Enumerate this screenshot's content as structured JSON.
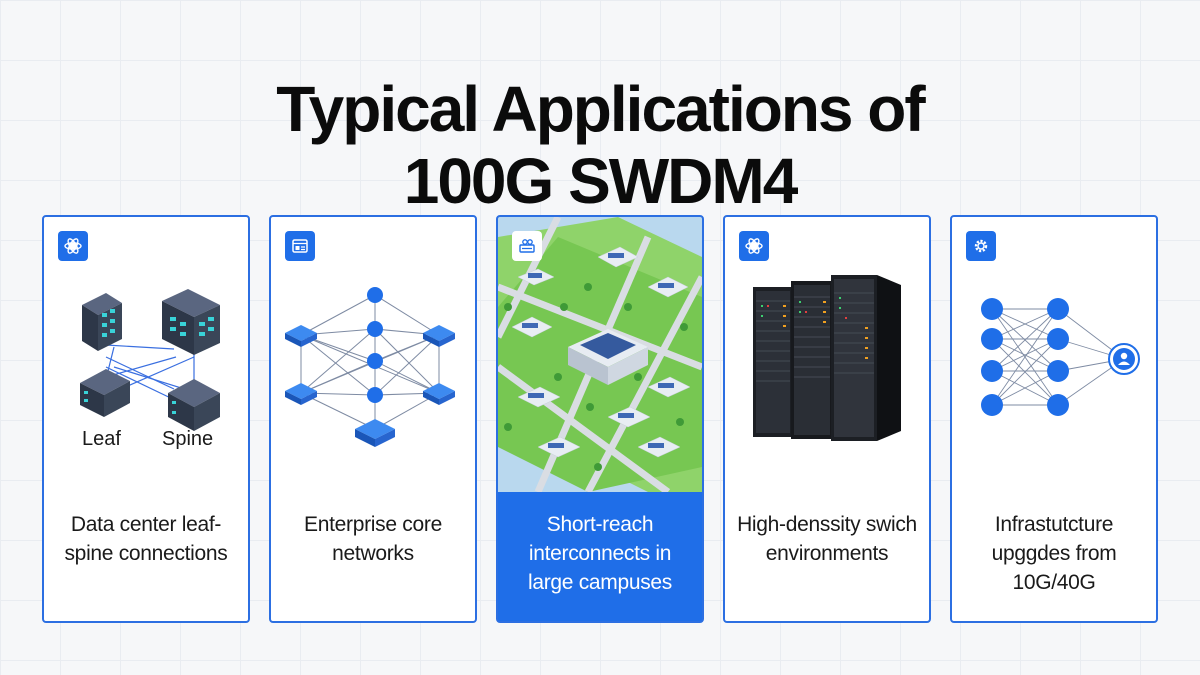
{
  "title": {
    "line1": "Typical Applications of",
    "line2": "100G SWDM4"
  },
  "colors": {
    "accent": "#1f6ee8",
    "card_border": "#2c6fe2",
    "highlight_bg": "#1f6ee8",
    "node_blue": "#1f6ee8",
    "server_dark": "#3a4658",
    "campus_green": "#6fd14d"
  },
  "cards": [
    {
      "icon": "gear-atom-icon",
      "illustration": "leaf-spine-switches",
      "labels": {
        "leaf": "Leaf",
        "spine": "Spine"
      },
      "text": "Data center leaf-spine connections",
      "highlighted": false
    },
    {
      "icon": "browser-window-icon",
      "illustration": "mesh-network",
      "text": "Enterprise core networks",
      "highlighted": false
    },
    {
      "icon": "campus-map-icon",
      "illustration": "aerial-campus",
      "text": "Short-reach interconnects in large campuses",
      "highlighted": true
    },
    {
      "icon": "gear-atom-icon",
      "illustration": "server-racks",
      "text": "High-denssity swich environments",
      "highlighted": false
    },
    {
      "icon": "gear-icon",
      "illustration": "neural-network",
      "text": "Infrastutcture upggdes from 10G/40G",
      "highlighted": false
    }
  ]
}
